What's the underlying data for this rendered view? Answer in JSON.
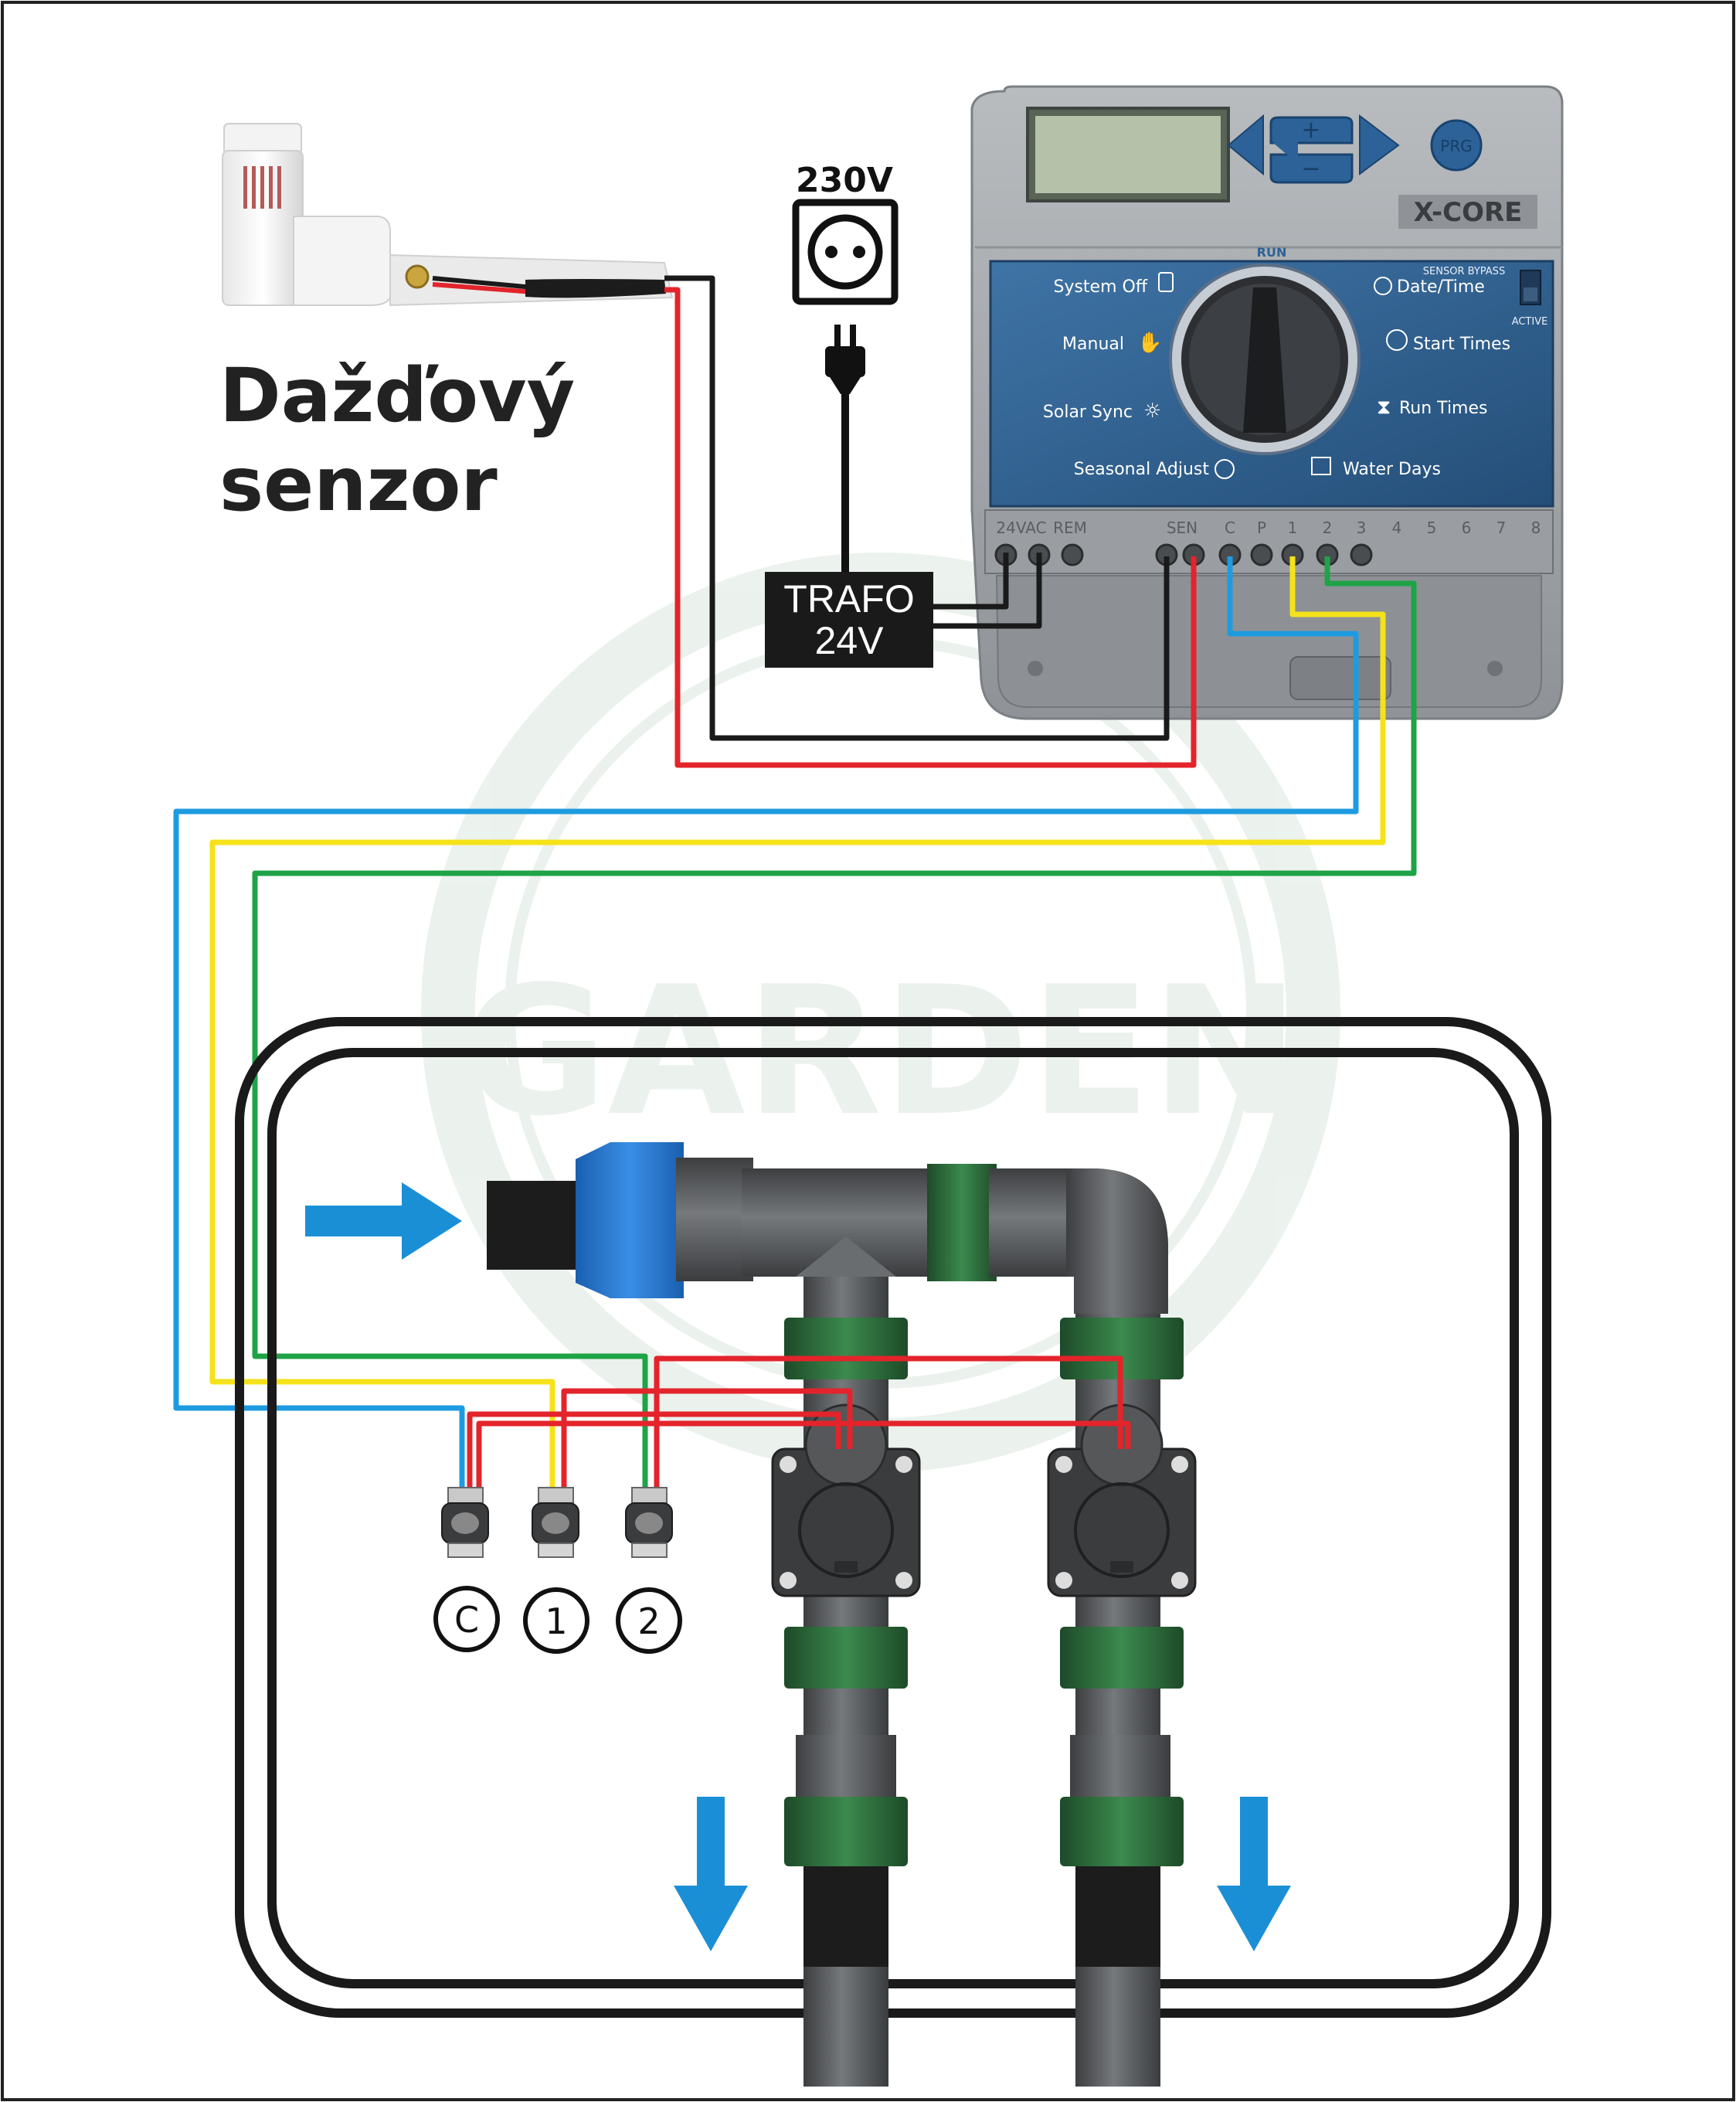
{
  "sensor": {
    "title_line1": "Dažďový",
    "title_line2": "senzor"
  },
  "power": {
    "voltage": "230V"
  },
  "transformer": {
    "line1": "TRAFO",
    "line2": "24V"
  },
  "controller": {
    "brand": "X-CORE",
    "run_label": "RUN",
    "sensor_bypass": "SENSOR BYPASS",
    "active": "ACTIVE",
    "dial": {
      "system_off": "System Off",
      "manual": "Manual",
      "solar_sync": "Solar Sync",
      "seasonal_adjust": "Seasonal Adjust",
      "date_time": "Date/Time",
      "start_times": "Start Times",
      "run_times": "Run Times",
      "water_days": "Water Days"
    },
    "terminal_labels": [
      "24VAC",
      "REM",
      "SEN",
      "C",
      "P",
      "1",
      "2",
      "3",
      "4",
      "5",
      "6",
      "7",
      "8"
    ]
  },
  "valve_terminals": {
    "common": "C",
    "zone1": "1",
    "zone2": "2"
  },
  "colors": {
    "wire_red": "#e3242b",
    "wire_black": "#1a1a1a",
    "wire_blue": "#1e9be0",
    "wire_yellow": "#f5e21a",
    "wire_green": "#1ea347",
    "flow_arrow": "#1b8fd6",
    "controller_panel": "#2f5f8f",
    "controller_case": "#a8acb0",
    "pipe_gray": "#5f6265",
    "fitting_green": "#2d6e3c",
    "fitting_blue": "#1f6fc4"
  }
}
